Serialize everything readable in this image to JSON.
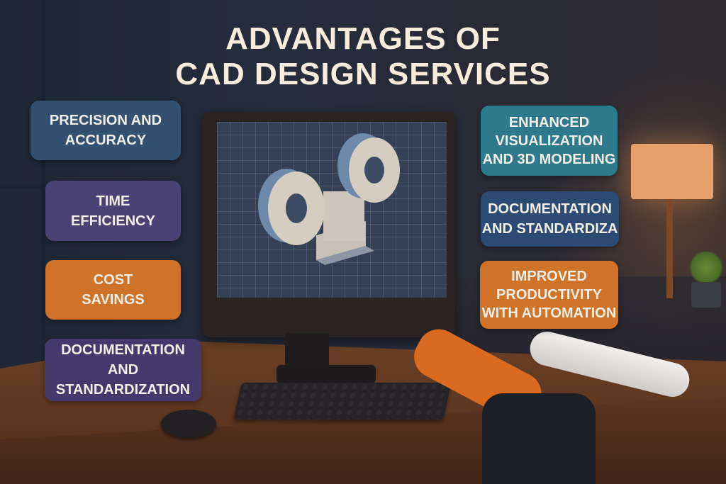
{
  "title": {
    "line1": "ADVANTAGES OF",
    "line2": "CAD DESIGN SERVICES"
  },
  "left_cards": [
    {
      "label": "PRECISION AND\nACCURACY",
      "color": "#33506e"
    },
    {
      "label": "TIME\nEFFICIENCY",
      "color": "#4a4270"
    },
    {
      "label": "COST\nSAVINGS",
      "color": "#cf7328"
    },
    {
      "label": "DOCUMENTATION\nAND STANDARDIZATION",
      "color": "#43396a"
    }
  ],
  "right_cards": [
    {
      "label": "ENHANCED\nVISUALIZATION\nAND 3D MODELING",
      "color": "#2d7a8a"
    },
    {
      "label": "DOCUMENTATION\nAND STANDARDIZA",
      "color": "#2c4a72"
    },
    {
      "label": "IMPROVED\nPRODUCTIVITY\nWITH AUTOMATION",
      "color": "#cf7328"
    }
  ],
  "colors": {
    "background": "#232a38",
    "title_text": "#f8ecdc",
    "sleeve": "#d86a22",
    "desk": "#5a3520"
  }
}
